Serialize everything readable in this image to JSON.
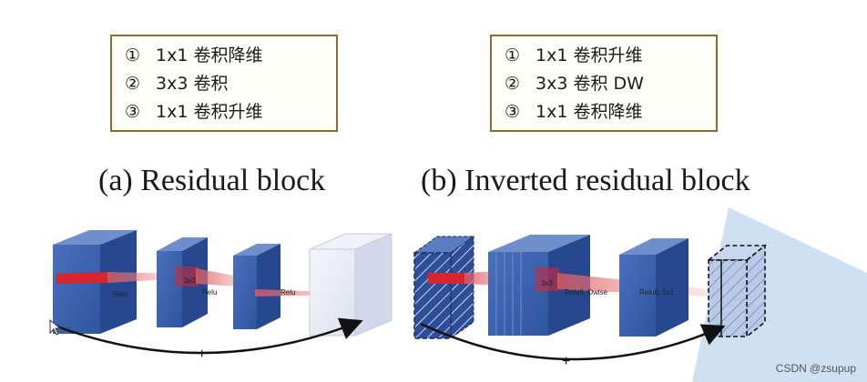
{
  "left_panel": {
    "steps": [
      {
        "num": "①",
        "text": "1x1 卷积降维"
      },
      {
        "num": "②",
        "text": "3x3 卷积"
      },
      {
        "num": "③",
        "text": "1x1 卷积升维"
      }
    ],
    "caption": "(a) Residual block",
    "labels": {
      "block1": "Relu",
      "block2_kernel": "3x3",
      "block2": "Relu",
      "block3": "Relu"
    },
    "skip_plus": "+"
  },
  "right_panel": {
    "steps": [
      {
        "num": "①",
        "text": "1x1 卷积升维"
      },
      {
        "num": "②",
        "text": "3x3 卷积 DW"
      },
      {
        "num": "③",
        "text": "1x1 卷积降维"
      }
    ],
    "caption": "(b) Inverted residual block",
    "labels": {
      "block2_kernel": "3x3",
      "block2": "Relu6, Dwise",
      "block3": "Relu6, 1x1"
    },
    "skip_plus": "+"
  },
  "watermark": "CSDN @zsupup",
  "colors": {
    "block_blue": "#3a5fa8",
    "block_light": "#e9ecf6",
    "highlight_red": "#d8262e",
    "border_gold": "#8a6d2c"
  }
}
